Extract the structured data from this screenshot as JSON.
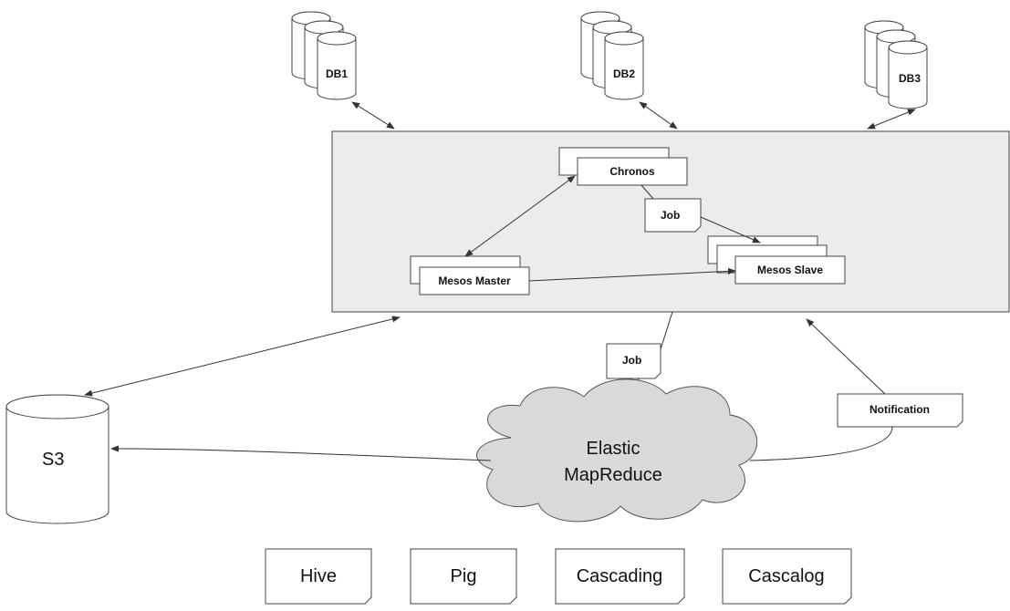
{
  "databases": [
    {
      "label": "DB1"
    },
    {
      "label": "DB2"
    },
    {
      "label": "DB3"
    }
  ],
  "cluster": {
    "chronos": "Chronos",
    "job_inner": "Job",
    "mesos_master": "Mesos Master",
    "mesos_slave": "Mesos Slave"
  },
  "job_outer": "Job",
  "notification": "Notification",
  "s3": "S3",
  "emr": {
    "line1": "Elastic",
    "line2": "MapReduce"
  },
  "tools": [
    {
      "label": "Hive"
    },
    {
      "label": "Pig"
    },
    {
      "label": "Cascading"
    },
    {
      "label": "Cascalog"
    }
  ],
  "colors": {
    "panel_fill": "#ececec",
    "cloud_fill": "#d9d9d9",
    "stroke": "#444444"
  }
}
